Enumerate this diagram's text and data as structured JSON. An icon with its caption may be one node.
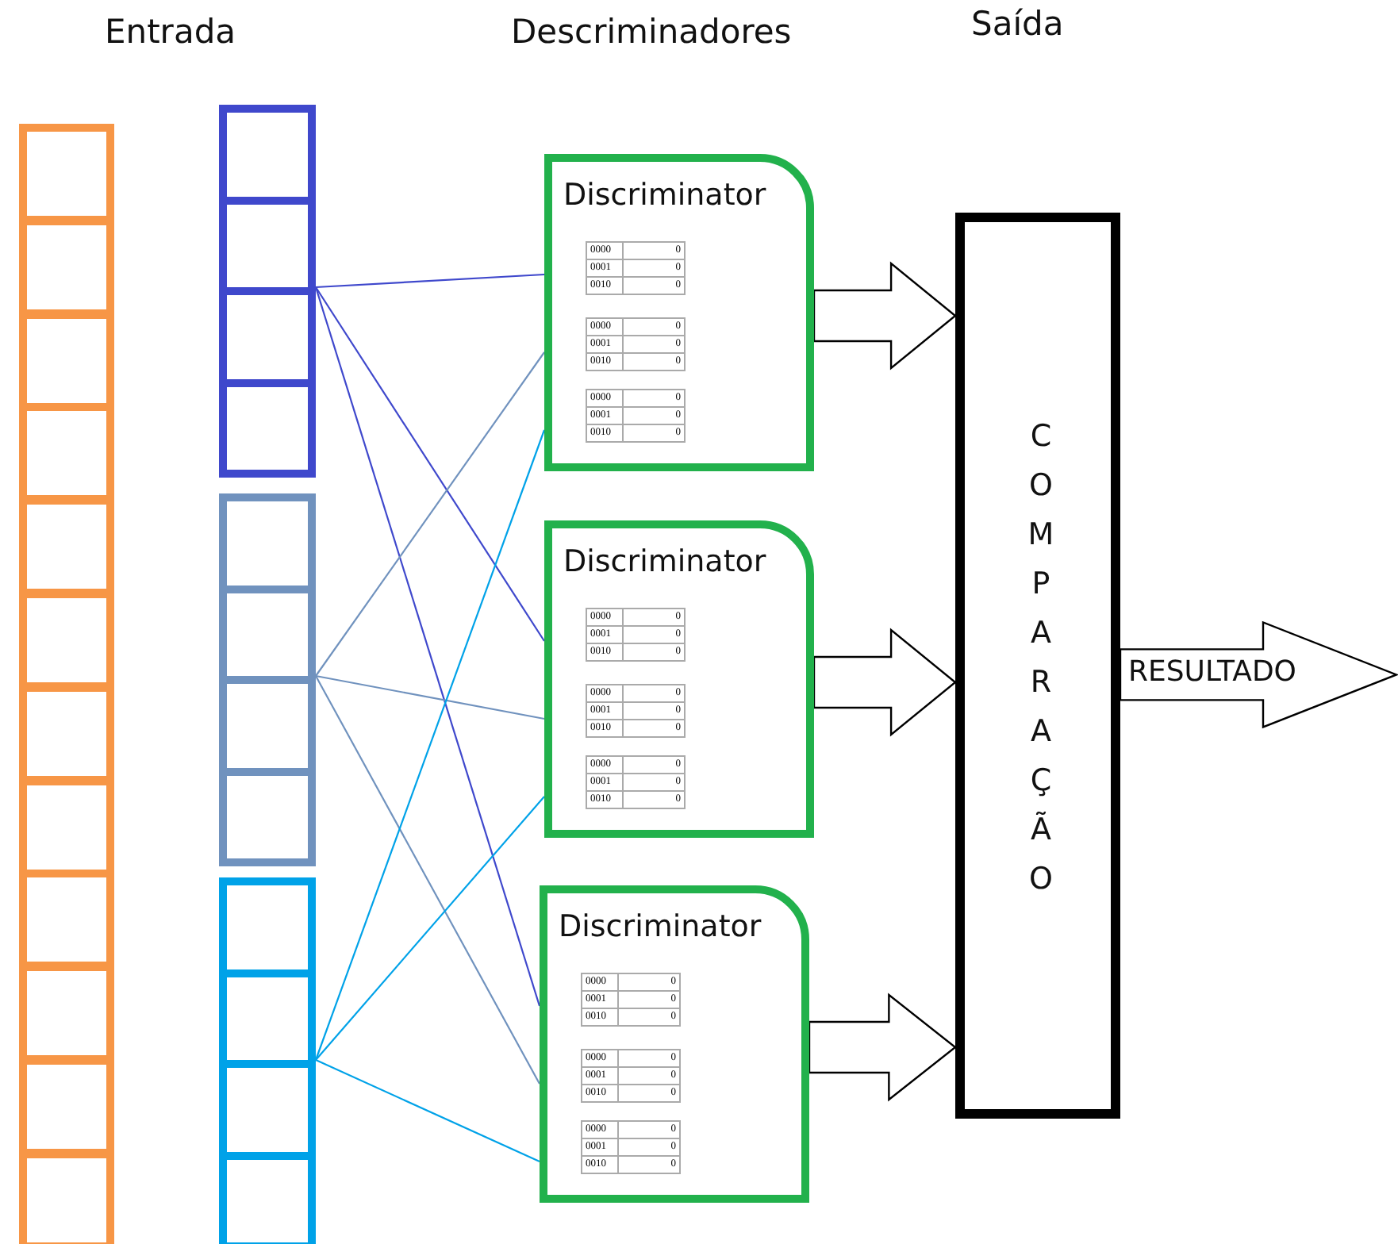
{
  "diagram": {
    "nodes": [
      {
        "text": [],
        "shape": "box"
      },
      {
        "text": [],
        "shape": "box"
      },
      {
        "text": [],
        "shape": "box"
      },
      {
        "text": [],
        "shape": "box"
      },
      {
        "text": [],
        "shape": "box"
      },
      {
        "text": [],
        "shape": "box"
      },
      {
        "text": [],
        "shape": "box"
      },
      {
        "text": [],
        "shape": "box"
      },
      {
        "text": [],
        "shape": "box"
      },
      {
        "text": [],
        "shape": "box"
      },
      {
        "text": [],
        "shape": "box"
      },
      {
        "text": [],
        "shape": "box"
      },
      {
        "text": [],
        "shape": "box"
      },
      {
        "text": [],
        "shape": "box"
      },
      {
        "text": [],
        "shape": "box"
      },
      {
        "text": [],
        "shape": "box"
      },
      {
        "text": [],
        "shape": "box"
      },
      {
        "text": [],
        "shape": "box"
      },
      {
        "text": [],
        "shape": "box"
      },
      {
        "text": [],
        "shape": "box"
      },
      {
        "text": [],
        "shape": "box"
      },
      {
        "text": [],
        "shape": "box"
      },
      {
        "text": [],
        "shape": "box"
      },
      {
        "text": [],
        "shape": "box"
      },
      {
        "text": [
          "Discriminator"
        ]
      },
      {
        "text": [
          "0000",
          "0",
          "0001",
          "0",
          "0010",
          "0"
        ],
        "in": 24
      },
      {
        "text": [
          "0000",
          "0",
          "0001",
          "0",
          "0010",
          "0"
        ],
        "in": 24
      },
      {
        "text": [
          "0000",
          "0",
          "0001",
          "0",
          "0010",
          "0"
        ],
        "in": 24
      },
      {
        "text": [
          "Discriminator"
        ]
      },
      {
        "text": [
          "0000",
          "0",
          "0001",
          "0",
          "0010",
          "0"
        ],
        "in": 28
      },
      {
        "text": [
          "0000",
          "0",
          "0001",
          "0",
          "0010",
          "0"
        ],
        "in": 28
      },
      {
        "text": [
          "0000",
          "0",
          "0001",
          "0",
          "0010",
          "0"
        ],
        "in": 28
      },
      {
        "text": [
          "Discriminator"
        ]
      },
      {
        "text": [
          "0000",
          "0",
          "0001",
          "0",
          "0010",
          "0"
        ],
        "in": 32
      },
      {
        "text": [
          "0000",
          "0",
          "0001",
          "0",
          "0010",
          "0"
        ],
        "in": 32
      },
      {
        "text": [
          "0000",
          "0",
          "0001",
          "0",
          "0010",
          "0"
        ],
        "in": 32
      },
      {
        "text": [
          "COMPARAÇÃO"
        ]
      }
    ],
    "edges": [
      {
        "from": 14,
        "to": 24,
        "arrow": "none",
        "color": "#3f48cc"
      },
      {
        "from": 14,
        "to": 28,
        "arrow": "none",
        "color": "#3f48cc"
      },
      {
        "from": 14,
        "to": 32,
        "arrow": "none",
        "color": "#3f48cc"
      },
      {
        "from": 18,
        "to": 24,
        "arrow": "none",
        "color": "#7092be"
      },
      {
        "from": 18,
        "to": 28,
        "arrow": "none",
        "color": "#7092be"
      },
      {
        "from": 18,
        "to": 32,
        "arrow": "none",
        "color": "#7092be"
      },
      {
        "from": 22,
        "to": 24,
        "arrow": "none",
        "color": "#00a2e8"
      },
      {
        "from": 22,
        "to": 28,
        "arrow": "none",
        "color": "#00a2e8"
      },
      {
        "from": 22,
        "to": 32,
        "arrow": "none",
        "color": "#00a2e8"
      },
      {
        "from": 24,
        "to": 36,
        "arrow": "to",
        "style": "thick"
      },
      {
        "from": 28,
        "to": 36,
        "arrow": "to",
        "style": "thick"
      },
      {
        "from": 32,
        "to": 36,
        "arrow": "to",
        "style": "thick"
      },
      {
        "from": 36,
        "to": null,
        "arrow": "to",
        "style": "thick",
        "label": "RESULTADO"
      }
    ],
    "labels": [
      "Entrada",
      "Descriminadores",
      "Saída"
    ]
  }
}
